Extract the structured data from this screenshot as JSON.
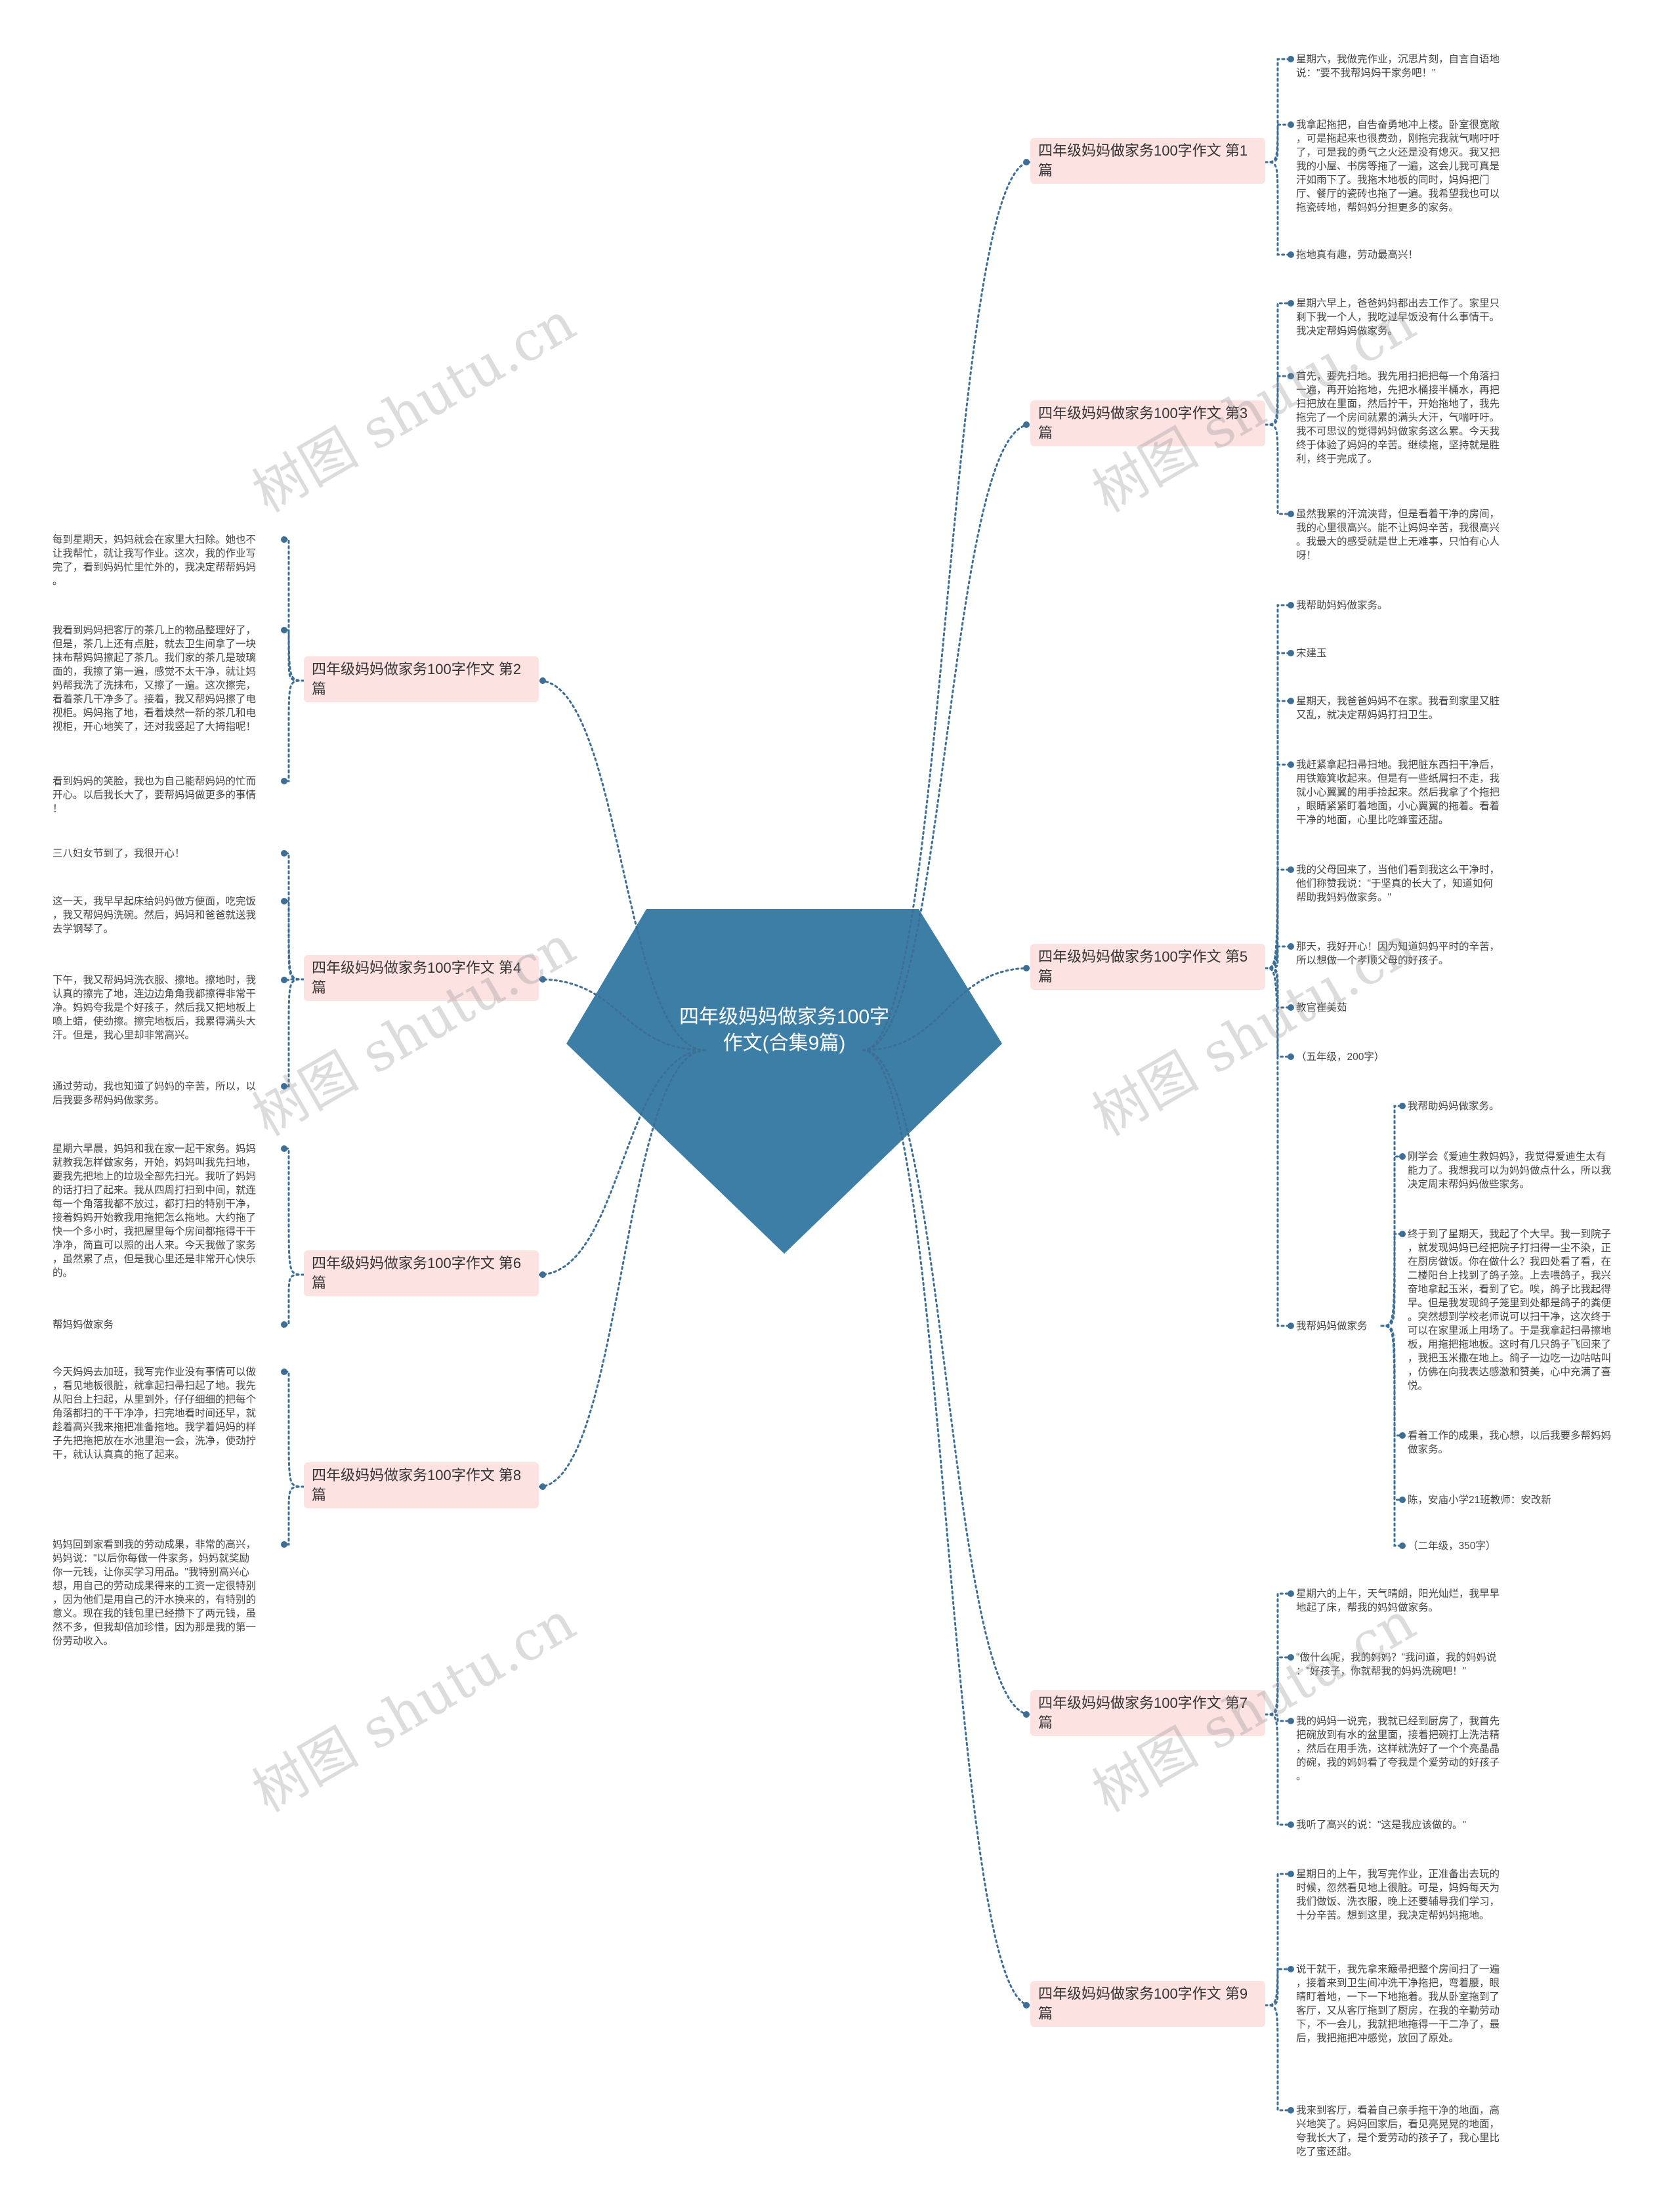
{
  "center": {
    "title": "四年级妈妈做家务100字\n作文(合集9篇)",
    "color": "#3d7ea6"
  },
  "colors": {
    "link": "#3d6f96",
    "branch_bg": "#fde2e2"
  },
  "watermark": "树图 shutu.cn",
  "branches": [
    {
      "id": "b1",
      "label": "四年级妈妈做家务100字作文 第1\n篇",
      "side": "right",
      "leaves": [
        "星期六，我做完作业，沉思片刻，自言自语地\n说：\"要不我帮妈妈干家务吧！\"",
        "我拿起拖把，自告奋勇地冲上楼。卧室很宽敞\n，可是拖起来也很费劲，刚拖完我就气喘吁吁\n了，可是我的勇气之火还是没有熄灭。我又把\n我的小屋、书房等拖了一遍，这会儿我可真是\n汗如雨下了。我拖木地板的同时，妈妈把门\n厅、餐厅的瓷砖也拖了一遍。我希望我也可以\n拖瓷砖地，帮妈妈分担更多的家务。",
        "拖地真有趣，劳动最高兴！"
      ]
    },
    {
      "id": "b3",
      "label": "四年级妈妈做家务100字作文 第3\n篇",
      "side": "right",
      "leaves": [
        "星期六早上，爸爸妈妈都出去工作了。家里只\n剩下我一个人，我吃过早饭没有什么事情干。\n我决定帮妈妈做家务。",
        "首先，要先扫地。我先用扫把把每一个角落扫\n一遍，再开始拖地，先把水桶接半桶水，再把\n扫把放在里面，然后拧干，开始拖地了，我先\n拖完了一个房间就累的满头大汗，气喘吁吁。\n我不可思议的觉得妈妈做家务这么累。今天我\n终于体验了妈妈的辛苦。继续拖，坚持就是胜\n利，终于完成了。",
        "虽然我累的汗流浃背，但是看着干净的房间，\n我的心里很高兴。能不让妈妈辛苦，我很高兴\n。我最大的感受就是世上无难事，只怕有心人\n呀！"
      ]
    },
    {
      "id": "b5",
      "label": "四年级妈妈做家务100字作文 第5\n篇",
      "side": "right",
      "leaves": [
        "我帮助妈妈做家务。",
        "宋建玉",
        "星期天，我爸爸妈妈不在家。我看到家里又脏\n又乱，就决定帮妈妈打扫卫生。",
        "我赶紧拿起扫帚扫地。我把脏东西扫干净后，\n用铁簸箕收起来。但是有一些纸屑扫不走，我\n就小心翼翼的用手捡起来。然后我拿了个拖把\n，眼睛紧紧盯着地面，小心翼翼的拖着。看着\n干净的地面，心里比吃蜂蜜还甜。",
        "我的父母回来了，当他们看到我这么干净时，\n他们称赞我说：\"于坚真的长大了，知道如何\n帮助我妈妈做家务。\"",
        "那天，我好开心！因为知道妈妈平时的辛苦，\n所以想做一个孝顺父母的好孩子。",
        "教官崔美茹",
        "（五年级，200字）",
        "我帮妈妈做家务"
      ],
      "sub": [
        "我帮助妈妈做家务。",
        "刚学会《爱迪生救妈妈》，我觉得爱迪生太有\n能力了。我想我可以为妈妈做点什么，所以我\n决定周末帮妈妈做些家务。",
        "终于到了星期天，我起了个大早。我一到院子\n，就发现妈妈已经把院子打扫得一尘不染，正\n在厨房做饭。你在做什么？我四处看了看，在\n二楼阳台上找到了鸽子笼。上去喂鸽子，我兴\n奋地拿起玉米，看到了它。唉，鸽子比我起得\n早。但是我发现鸽子笼里到处都是鸽子的粪便\n。突然想到学校老师说可以扫干净，这次终于\n可以在家里派上用场了。于是我拿起扫帚擦地\n板，用拖把拖地板。这时有几只鸽子飞回来了\n，我把玉米撒在地上。鸽子一边吃一边咕咕叫\n，仿佛在向我表达感激和赞美，心中充满了喜\n悦。",
        "看着工作的成果，我心想，以后我要多帮妈妈\n做家务。",
        "陈，安庙小学21班教师：安改新",
        "（二年级，350字）"
      ]
    },
    {
      "id": "b7",
      "label": "四年级妈妈做家务100字作文 第7\n篇",
      "side": "right",
      "leaves": [
        "星期六的上午，天气晴朗，阳光灿烂，我早早\n地起了床，帮我的妈妈做家务。",
        "\"做什么呢，我的妈妈？\"我问道，我的妈妈说\n：\"好孩子，你就帮我的妈妈洗碗吧！\"",
        "我的妈妈一说完，我就已经到厨房了，我首先\n把碗放到有水的盆里面，接着把碗打上洗洁精\n，然后在用手洗，这样就洗好了一个个亮晶晶\n的碗，我的妈妈看了夸我是个爱劳动的好孩子\n。",
        "我听了高兴的说：\"这是我应该做的。\""
      ]
    },
    {
      "id": "b9",
      "label": "四年级妈妈做家务100字作文 第9\n篇",
      "side": "right",
      "leaves": [
        "星期日的上午，我写完作业，正准备出去玩的\n时候，忽然看见地上很脏。可是，妈妈每天为\n我们做饭、洗衣服，晚上还要辅导我们学习，\n十分辛苦。想到这里，我决定帮妈妈拖地。",
        "说干就干，我先拿来簸帚把整个房间扫了一遍\n，接着来到卫生间冲洗干净拖把，弯着腰，眼\n睛盯着地，一下一下地拖着。我从卧室拖到了\n客厅，又从客厅拖到了厨房，在我的辛勤劳动\n下，不一会儿，我就把地拖得一干二净了，最\n后，我把拖把冲感觉，放回了原处。",
        "我来到客厅，看着自己亲手拖干净的地面，高\n兴地笑了。妈妈回家后，看见亮晃晃的地面，\n夸我长大了，是个爱劳动的孩子了，我心里比\n吃了蜜还甜。"
      ]
    },
    {
      "id": "b2",
      "label": "四年级妈妈做家务100字作文 第2\n篇",
      "side": "left",
      "leaves": [
        "每到星期天，妈妈就会在家里大扫除。她也不\n让我帮忙，就让我写作业。这次，我的作业写\n完了，看到妈妈忙里忙外的，我决定帮帮妈妈\n。",
        "我看到妈妈把客厅的茶几上的物品整理好了，\n但是，茶几上还有点脏，就去卫生间拿了一块\n抹布帮妈妈擦起了茶几。我们家的茶几是玻璃\n面的，我擦了第一遍，感觉不太干净，就让妈\n妈帮我洗了洗抹布，又擦了一遍。这次擦完，\n看着茶几干净多了。接着，我又帮妈妈擦了电\n视柜。妈妈拖了地，看着焕然一新的茶几和电\n视柜，开心地笑了，还对我竖起了大拇指呢！",
        "看到妈妈的笑脸，我也为自己能帮妈妈的忙而\n开心。以后我长大了，要帮妈妈做更多的事情\n！"
      ]
    },
    {
      "id": "b4",
      "label": "四年级妈妈做家务100字作文 第4\n篇",
      "side": "left",
      "leaves": [
        "三八妇女节到了，我很开心！",
        "这一天，我早早起床给妈妈做方便面，吃完饭\n，我又帮妈妈洗碗。然后，妈妈和爸爸就送我\n去学钢琴了。",
        "下午，我又帮妈妈洗衣服、擦地。擦地时，我\n认真的擦完了地，连边边角角我都擦得非常干\n净。妈妈夸我是个好孩子，然后我又把地板上\n喷上蜡，使劲擦。擦完地板后，我累得满头大\n汗。但是，我心里却非常高兴。",
        "通过劳动，我也知道了妈妈的辛苦，所以，以\n后我要多帮妈妈做家务。"
      ]
    },
    {
      "id": "b6",
      "label": "四年级妈妈做家务100字作文 第6\n篇",
      "side": "left",
      "leaves": [
        "星期六早晨，妈妈和我在家一起干家务。妈妈\n就教我怎样做家务，开始，妈妈叫我先扫地，\n要我先把地上的垃圾全部先扫光。我听了妈妈\n的话打扫了起来。我从四周打扫到中间，就连\n每一个角落我都不放过，都打扫的特别干净，\n接着妈妈开始教我用拖把怎么拖地。大约拖了\n快一个多小时，我把屋里每个房间都拖得干干\n净净，简直可以照的出人来。今天我做了家务\n，虽然累了点，但是我心里还是非常开心快乐\n的。",
        "帮妈妈做家务"
      ]
    },
    {
      "id": "b8",
      "label": "四年级妈妈做家务100字作文 第8\n篇",
      "side": "left",
      "leaves": [
        "今天妈妈去加班，我写完作业没有事情可以做\n，看见地板很脏，就拿起扫帚扫起了地。我先\n从阳台上扫起，从里到外，仔仔细细的把每个\n角落都扫的干干净净，扫完地看时间还早，就\n趁着高兴我来拖把准备拖地。我学着妈妈的样\n子先把拖把放在水池里泡一会，洗净，使劲拧\n干，就认认真真的拖了起来。",
        "妈妈回到家看到我的劳动成果，非常的高兴，\n妈妈说：\"以后你每做一件家务，妈妈就奖励\n你一元钱，让你买学习用品。\"我特别高兴心\n想，用自己的劳动成果得来的工资一定很特别\n，因为他们是用自己的汗水换来的，有特别的\n意义。现在我的钱包里已经攒下了两元钱，虽\n然不多，但我却倍加珍惜，因为那是我的第一\n份劳动收入。"
      ]
    }
  ]
}
